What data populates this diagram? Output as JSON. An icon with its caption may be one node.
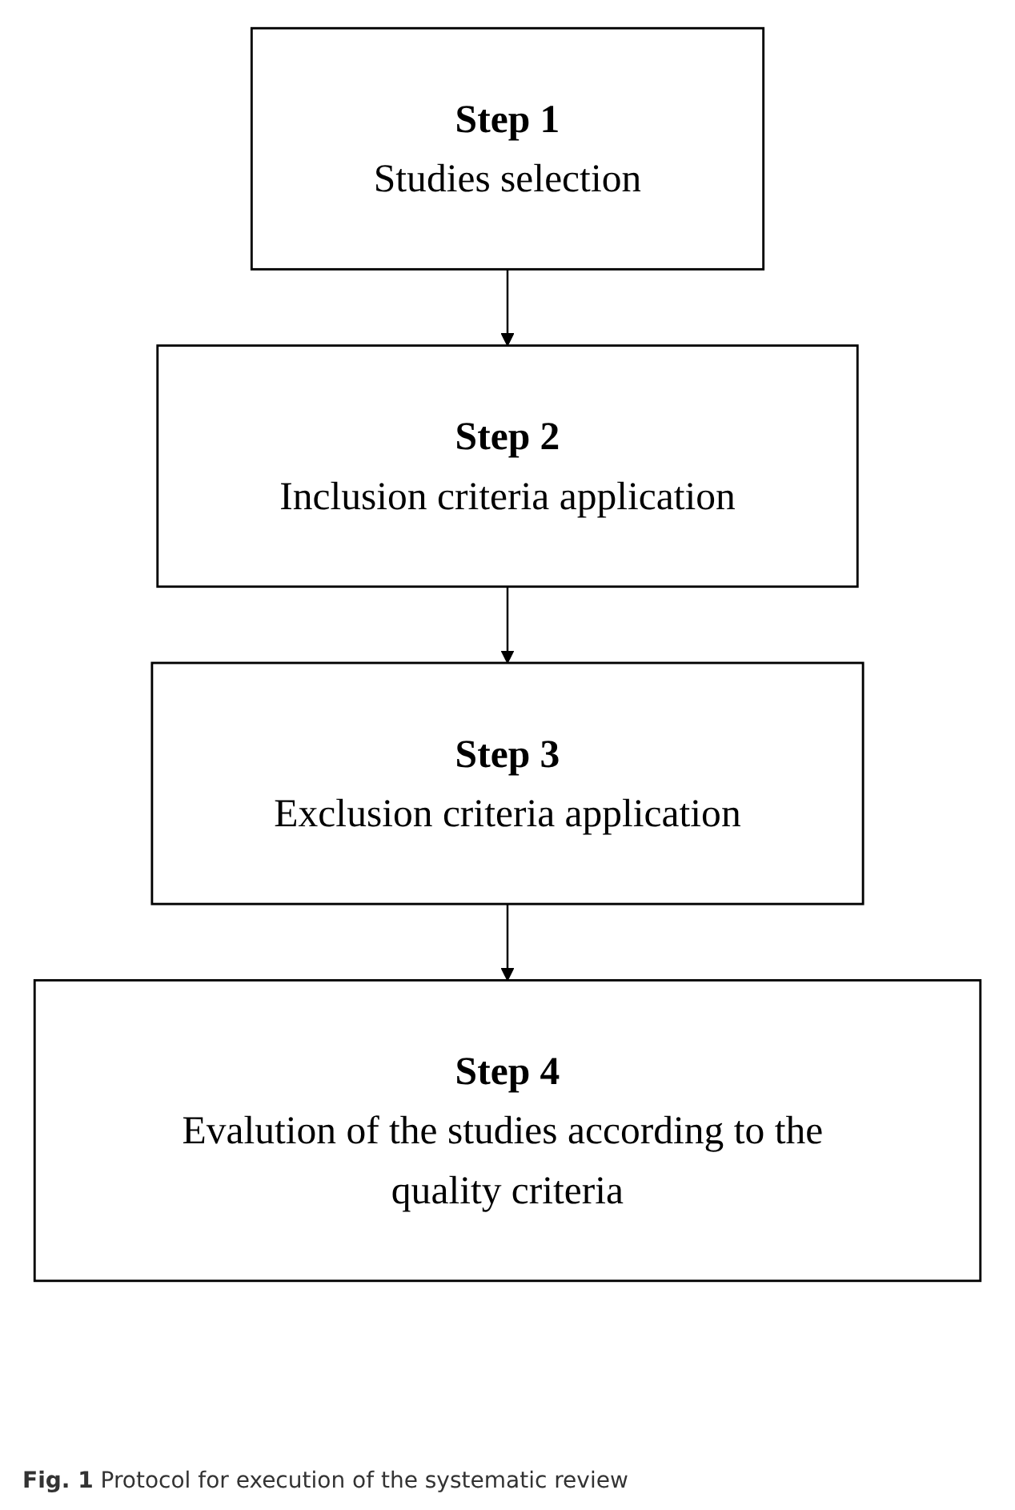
{
  "diagram": {
    "caption": "**Fig. 1** Protocol for execution of the systematic review",
    "nodes": [
      {
        "text": [
          "Step 1",
          "Studies selection"
        ]
      },
      {
        "text": [
          "Step 2",
          "Inclusion criteria application"
        ]
      },
      {
        "text": [
          "Step 3",
          "Exclusion criteria application"
        ]
      },
      {
        "text": [
          "Step 4",
          "Evalution of the studies according to the quality criteria"
        ]
      }
    ],
    "edges": [
      {
        "from": 0,
        "to": 1,
        "arrow": "to"
      },
      {
        "from": 1,
        "to": 2,
        "arrow": "to"
      },
      {
        "from": 2,
        "to": 3,
        "arrow": "to"
      }
    ]
  }
}
